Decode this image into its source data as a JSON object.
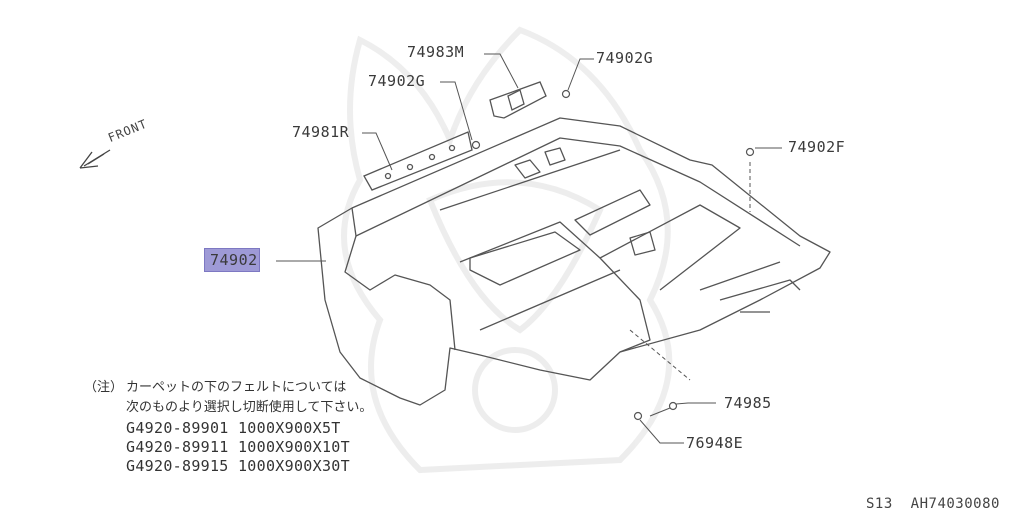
{
  "labels": {
    "p74983M": "74983M",
    "p74902G_top": "74902G",
    "p74902G_left": "74902G",
    "p74981R": "74981R",
    "p74902F": "74902F",
    "p74902": "74902",
    "p74985": "74985",
    "p76948E": "76948E",
    "front": "FRONT"
  },
  "note": {
    "marker": "（注）",
    "line1": "カーペットの下のフェルトについては",
    "line2": "次のものより選択し切断使用して下さい。",
    "codes": [
      "G4920-89901 1000X900X5T",
      "G4920-89911 1000X900X10T",
      "G4920-89915 1000X900X30T"
    ]
  },
  "footer": {
    "model": "S13",
    "ref": "AH74030080"
  }
}
